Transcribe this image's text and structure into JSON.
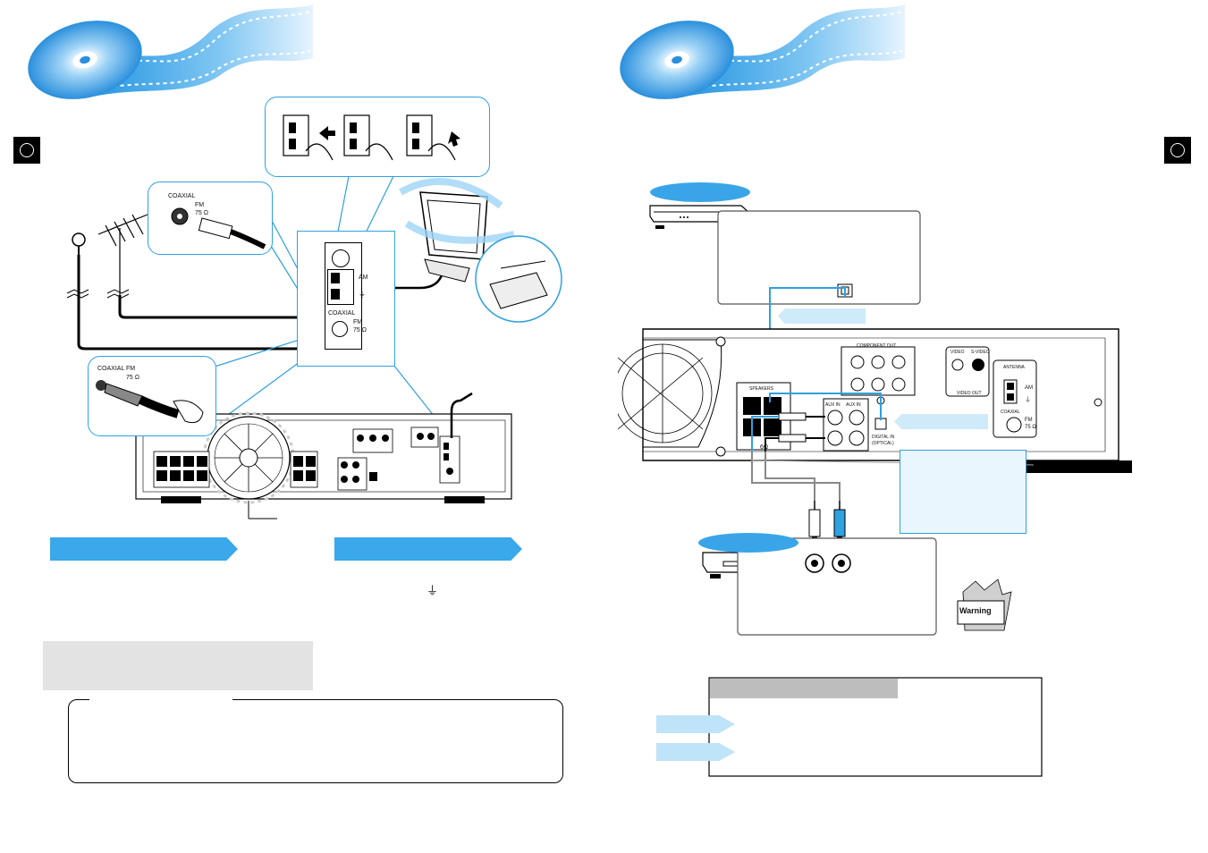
{
  "left_page": {
    "coaxial_detail_label": "COAXIAL",
    "fm_label": "FM",
    "fm_ohm_label": "75 Ω",
    "am_label": "AM",
    "ground_symbol": "⏚",
    "rear_coaxial_label": "COAXIAL",
    "rear_fm_label": "FM",
    "rear_fm_ohm": "75 Ω",
    "plug_coaxial_label": "COAXIAL",
    "plug_fm_label": "FM",
    "plug_ohm_label": "75 Ω",
    "ground_symbol_text": "⏚"
  },
  "right_page": {
    "rear_labels": {
      "component_out": "COMPONENT OUT",
      "video": "VIDEO",
      "s_video": "S-VIDEO",
      "video_out": "VIDEO OUT",
      "antenna": "ANTENNA",
      "am": "AM",
      "coaxial": "COAXIAL",
      "fm": "FM",
      "fm_ohm": "75 Ω",
      "speakers": "SPEAKERS",
      "aux_in_1": "AUX IN",
      "aux_in_2": "AUX IN",
      "digital_in": "DIGITAL IN",
      "digital_in_optical": "(OPTICAL)",
      "six_ohm": "6Ω",
      "ground": "⏚"
    },
    "warning_label": "Warning"
  },
  "colors": {
    "accent_blue": "#3aa8ea",
    "light_blue": "#bfe3f8",
    "gray_panel": "#e3e3e3",
    "line_blue": "#2fa0e0"
  }
}
